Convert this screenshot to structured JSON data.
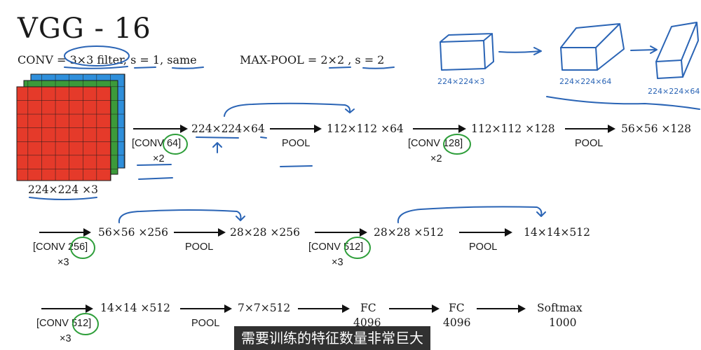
{
  "slide": {
    "title": "VGG - 16",
    "conv_spec": "CONV = 3×3 filter, s = 1, same",
    "pool_spec": "MAX-POOL = 2×2 , s = 2",
    "input_label": "224×224 ×3"
  },
  "row1": {
    "conv64_label": "[CONV 64]",
    "conv64_mult": "×2",
    "n1": "224×224×64",
    "pool1": "POOL",
    "n2": "112×112 ×64",
    "conv128_label": "[CONV 128]",
    "conv128_mult": "×2",
    "n3": "112×112 ×128",
    "pool2": "POOL",
    "n4": "56×56 ×128"
  },
  "row2": {
    "conv256_label": "[CONV 256]",
    "conv256_mult": "×3",
    "n1": "56×56 ×256",
    "pool3": "POOL",
    "n2": "28×28 ×256",
    "conv512_label": "[CONV 512]",
    "conv512_mult": "×3",
    "n3": "28×28 ×512",
    "pool4": "POOL",
    "n4": "14×14×512"
  },
  "row3": {
    "conv512_label": "[CONV 512]",
    "conv512_mult": "×3",
    "n1": "14×14 ×512",
    "pool5": "POOL",
    "n2": "7×7×512",
    "fc1": "FC",
    "fc1_units": "4096",
    "fc2": "FC",
    "fc2_units": "4096",
    "softmax": "Softmax",
    "softmax_units": "1000"
  },
  "sketch": {
    "dim1": "224×224×3",
    "dim2": "224×224×64",
    "dim3": "224×224×64"
  },
  "subtitle": "需要训练的特征数量非常巨大",
  "colors": {
    "ink": "#1a1a1a",
    "annotation_blue": "#2a64b5",
    "annotation_green": "#2e9e3a",
    "grid_red": "#e53a2a",
    "grid_green": "#3c9a3a",
    "grid_blue": "#2f8fdb"
  }
}
